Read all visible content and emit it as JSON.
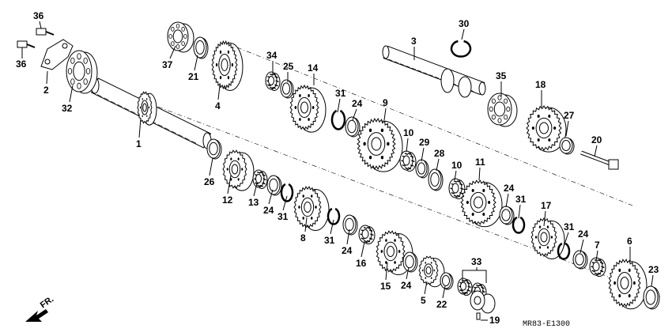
{
  "diagram": {
    "drawing_code": "MR83-E1300",
    "direction_label": "FR.",
    "callouts": [
      {
        "id": "c36a",
        "label": "36"
      },
      {
        "id": "c36b",
        "label": "36"
      },
      {
        "id": "c2",
        "label": "2"
      },
      {
        "id": "c32",
        "label": "32"
      },
      {
        "id": "c37",
        "label": "37"
      },
      {
        "id": "c21",
        "label": "21"
      },
      {
        "id": "c4",
        "label": "4"
      },
      {
        "id": "c1",
        "label": "1"
      },
      {
        "id": "c34",
        "label": "34"
      },
      {
        "id": "c25",
        "label": "25"
      },
      {
        "id": "c14",
        "label": "14"
      },
      {
        "id": "c31a",
        "label": "31"
      },
      {
        "id": "c24a",
        "label": "24"
      },
      {
        "id": "c9",
        "label": "9"
      },
      {
        "id": "c30",
        "label": "30"
      },
      {
        "id": "c3",
        "label": "3"
      },
      {
        "id": "c35",
        "label": "35"
      },
      {
        "id": "c18",
        "label": "18"
      },
      {
        "id": "c27",
        "label": "27"
      },
      {
        "id": "c20",
        "label": "20"
      },
      {
        "id": "c10a",
        "label": "10"
      },
      {
        "id": "c29",
        "label": "29"
      },
      {
        "id": "c28",
        "label": "28"
      },
      {
        "id": "c10b",
        "label": "10"
      },
      {
        "id": "c11",
        "label": "11"
      },
      {
        "id": "c26",
        "label": "26"
      },
      {
        "id": "c12",
        "label": "12"
      },
      {
        "id": "c13",
        "label": "13"
      },
      {
        "id": "c24b",
        "label": "24"
      },
      {
        "id": "c31b",
        "label": "31"
      },
      {
        "id": "c8",
        "label": "8"
      },
      {
        "id": "c31c",
        "label": "31"
      },
      {
        "id": "c24c",
        "label": "24"
      },
      {
        "id": "c16",
        "label": "16"
      },
      {
        "id": "c15",
        "label": "15"
      },
      {
        "id": "c24d",
        "label": "24"
      },
      {
        "id": "c5",
        "label": "5"
      },
      {
        "id": "c22",
        "label": "22"
      },
      {
        "id": "c33",
        "label": "33"
      },
      {
        "id": "c19",
        "label": "19"
      },
      {
        "id": "c24e",
        "label": "24"
      },
      {
        "id": "c31d",
        "label": "31"
      },
      {
        "id": "c17",
        "label": "17"
      },
      {
        "id": "c31e",
        "label": "31"
      },
      {
        "id": "c24f",
        "label": "24"
      },
      {
        "id": "c7",
        "label": "7"
      },
      {
        "id": "c6",
        "label": "6"
      },
      {
        "id": "c23",
        "label": "23"
      }
    ]
  }
}
